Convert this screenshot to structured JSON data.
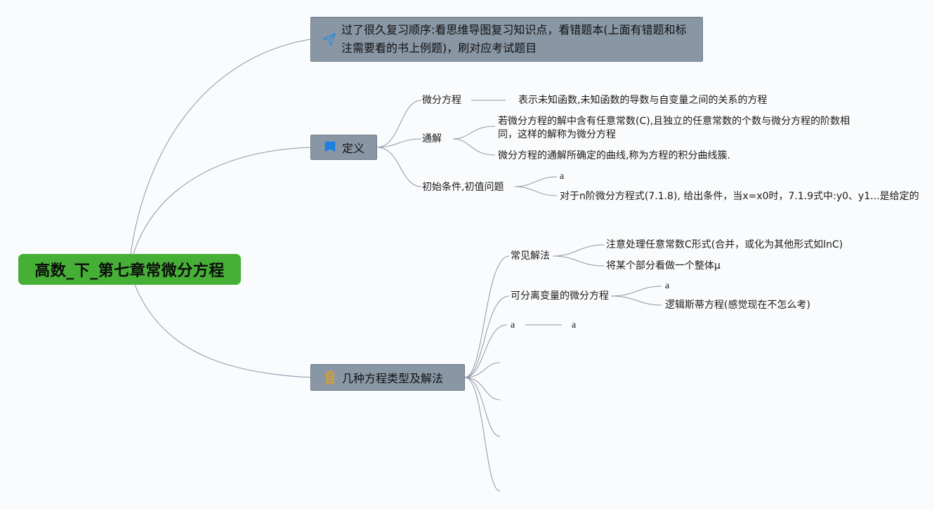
{
  "root": {
    "label": "高数_下_第七章常微分方程"
  },
  "note": {
    "text": "过了很久复习顺序:看思维导图复习知识点，看错题本(上面有错题和标注需要看的书上例题)，刷对应考试题目",
    "icon": "paper-plane-icon"
  },
  "definition": {
    "label": "定义",
    "icon": "flag-icon",
    "items": {
      "ode": {
        "label": "微分方程",
        "desc": "表示未知函数,未知函数的导数与自变量之间的关系的方程"
      },
      "general": {
        "label": "通解",
        "desc1": "若微分方程的解中含有任意常数(C),且独立的任意常数的个数与微分方程的阶数相同，这样的解称为微分方程",
        "desc2": "微分方程的通解所确定的曲线,称为方程的积分曲线簇."
      },
      "initial": {
        "label": "初始条件,初值问题",
        "child1": "a",
        "child2": "对于n阶微分方程式(7.1.8), 给出条件，当x=x0时，7.1.9式中:y0、y1...是给定的"
      }
    }
  },
  "types": {
    "label": "几种方程类型及解法",
    "icon": "award-icon",
    "items": {
      "common": {
        "label": "常见解法",
        "child1": "注意处理任意常数C形式(合并，或化为其他形式如lnC)",
        "child2": "将某个部分看做一个整体μ"
      },
      "separable": {
        "label": "可分离变量的微分方程",
        "child1": "a",
        "child2": "逻辑斯蒂方程(感觉现在不怎么考)"
      },
      "a_node": {
        "label": "a",
        "child": "a"
      }
    }
  },
  "colors": {
    "root": "#45b035",
    "branch": "#8997a5",
    "line": "#8a93a8"
  }
}
